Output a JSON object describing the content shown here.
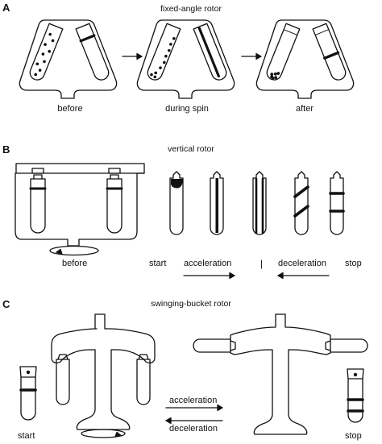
{
  "panels": {
    "a": {
      "letter": "A",
      "title": "fixed-angle rotor",
      "stages": [
        "before",
        "during spin",
        "after"
      ]
    },
    "b": {
      "letter": "B",
      "title": "vertical rotor",
      "rotor_label": "before",
      "start": "start",
      "acceleration": "acceleration",
      "separator": "|",
      "deceleration": "deceleration",
      "stop": "stop"
    },
    "c": {
      "letter": "C",
      "title": "swinging-bucket rotor",
      "start": "start",
      "acceleration": "acceleration",
      "deceleration": "deceleration",
      "stop": "stop"
    }
  },
  "colors": {
    "ink": "#111111",
    "background": "#ffffff"
  }
}
